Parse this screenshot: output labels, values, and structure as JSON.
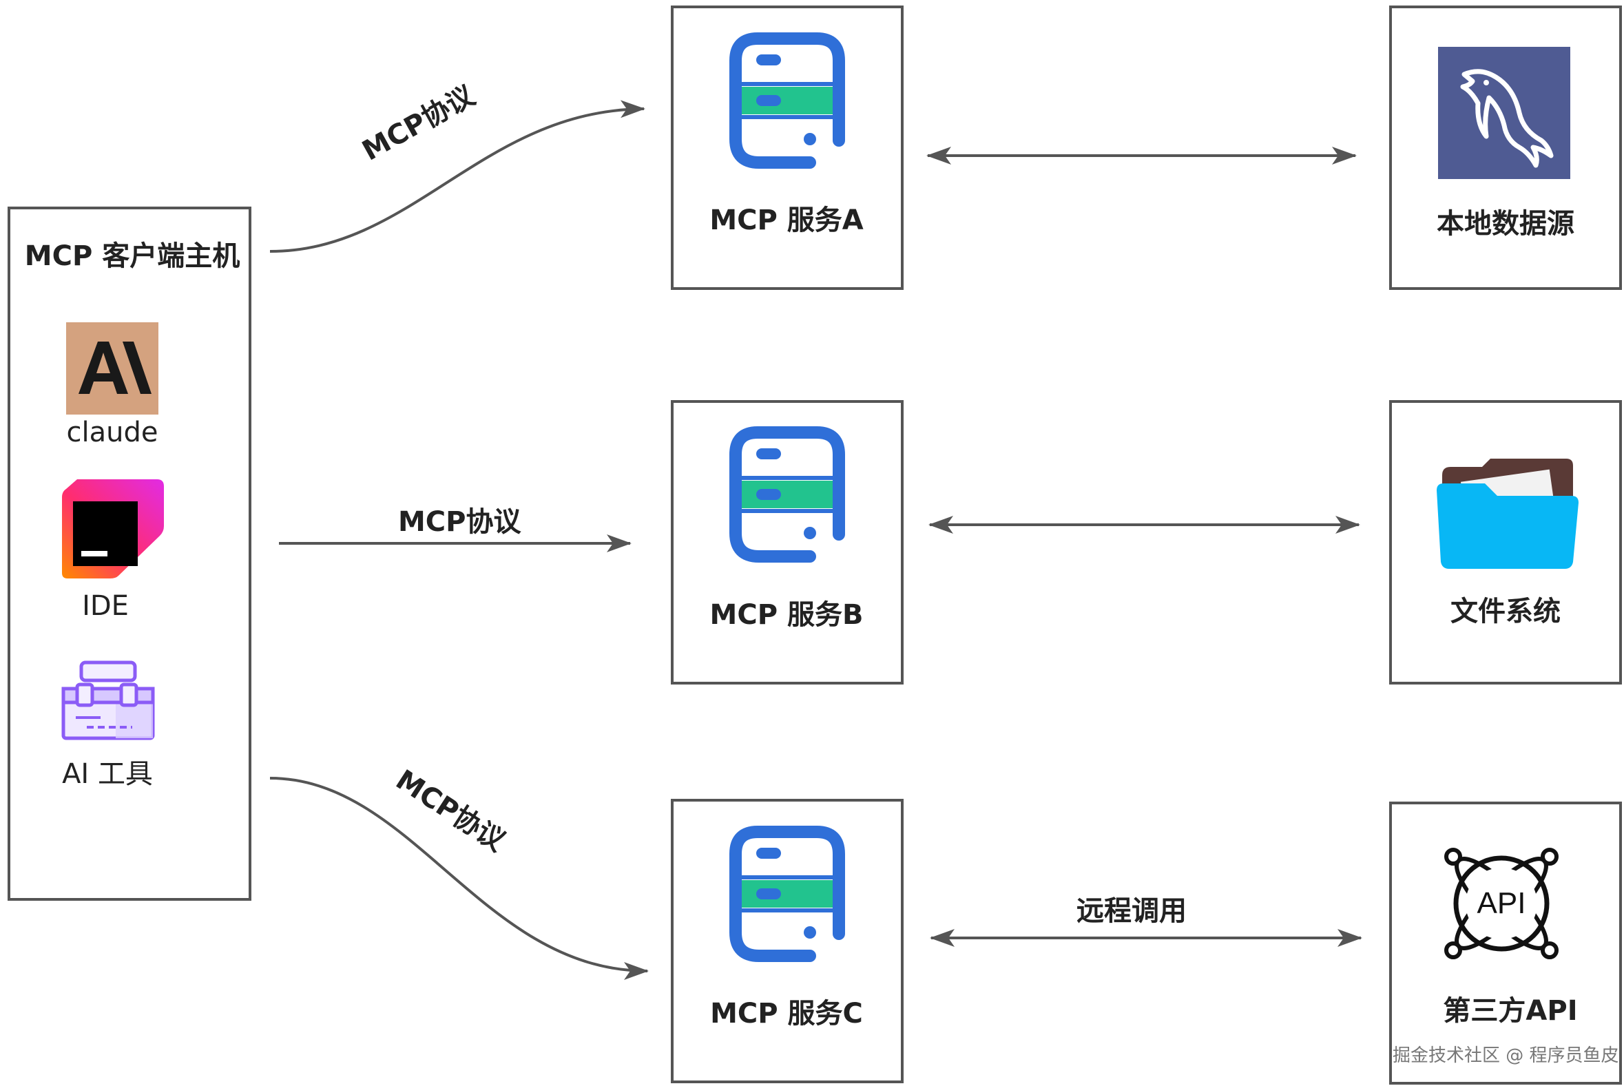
{
  "host": {
    "title": "MCP 客户端主机",
    "items": [
      {
        "label": "claude",
        "icon": "claude-logo-icon",
        "logo_text": "A\\"
      },
      {
        "label": "IDE",
        "icon": "ide-logo-icon"
      },
      {
        "label": "AI 工具",
        "icon": "toolbox-icon"
      }
    ]
  },
  "protocol_labels": [
    "MCP协议",
    "MCP协议",
    "MCP协议"
  ],
  "services": [
    {
      "label": "MCP 服务A",
      "icon": "server-icon"
    },
    {
      "label": "MCP 服务B",
      "icon": "server-icon"
    },
    {
      "label": "MCP 服务C",
      "icon": "server-icon"
    }
  ],
  "resources": [
    {
      "label": "本地数据源",
      "icon": "mysql-dolphin-icon"
    },
    {
      "label": "文件系统",
      "icon": "folder-icon"
    },
    {
      "label": "第三方API",
      "icon": "api-icon",
      "logo_text": "API"
    }
  ],
  "links": [
    {
      "label": ""
    },
    {
      "label": ""
    },
    {
      "label": "远程调用"
    }
  ],
  "watermark": "掘金技术社区 @ 程序员鱼皮",
  "colors": {
    "border": "#555555",
    "arrow": "#555555",
    "server_blue": "#2F6FD8",
    "server_green": "#22C38E",
    "claude_tan": "#D4A27F",
    "mysql_blue": "#4F5B93",
    "folder_cyan": "#08B7F5",
    "folder_brown": "#5A3A36",
    "toolbox_purple": "#8B5CF6"
  }
}
